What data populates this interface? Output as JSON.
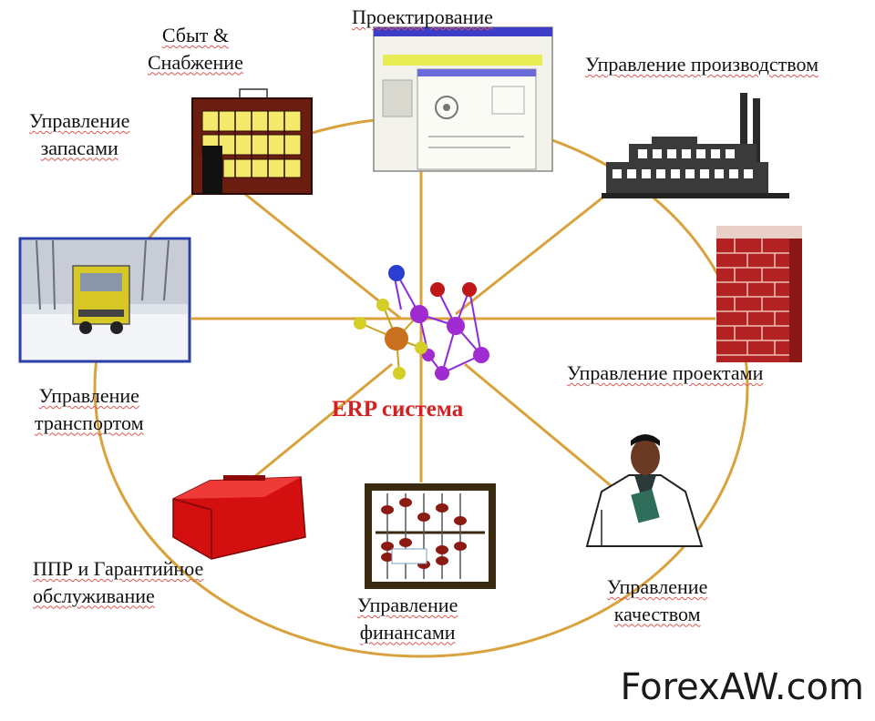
{
  "center": {
    "title": "ERP система"
  },
  "nodes": [
    {
      "id": "sales",
      "lines": [
        "Сбыт  &",
        "Снабжение"
      ],
      "icon": "warehouse-building-icon"
    },
    {
      "id": "design",
      "lines": [
        "Проектирование"
      ],
      "icon": "cad-screen-icon"
    },
    {
      "id": "production",
      "lines": [
        "Управление производством"
      ],
      "icon": "factory-icon"
    },
    {
      "id": "inventory",
      "lines": [
        "Управление",
        "запасами"
      ],
      "icon": ""
    },
    {
      "id": "projects",
      "lines": [
        "Управление проектами"
      ],
      "icon": "brick-wall-icon"
    },
    {
      "id": "transport",
      "lines": [
        "Управление",
        "транспортом"
      ],
      "icon": "truck-photo-icon"
    },
    {
      "id": "maintenance",
      "lines": [
        "ППР и Гарантийное",
        "обслуживание"
      ],
      "icon": "toolbox-icon"
    },
    {
      "id": "finance",
      "lines": [
        "Управление",
        "финансами"
      ],
      "icon": "abacus-icon"
    },
    {
      "id": "quality",
      "lines": [
        "Управление",
        "качеством"
      ],
      "icon": "inspector-icon"
    }
  ],
  "watermark": "ForexAW.com",
  "colors": {
    "connector": "#d9a23c",
    "title": "#d81e1e",
    "brick": "#b22222",
    "toolbox": "#d40f0f"
  }
}
